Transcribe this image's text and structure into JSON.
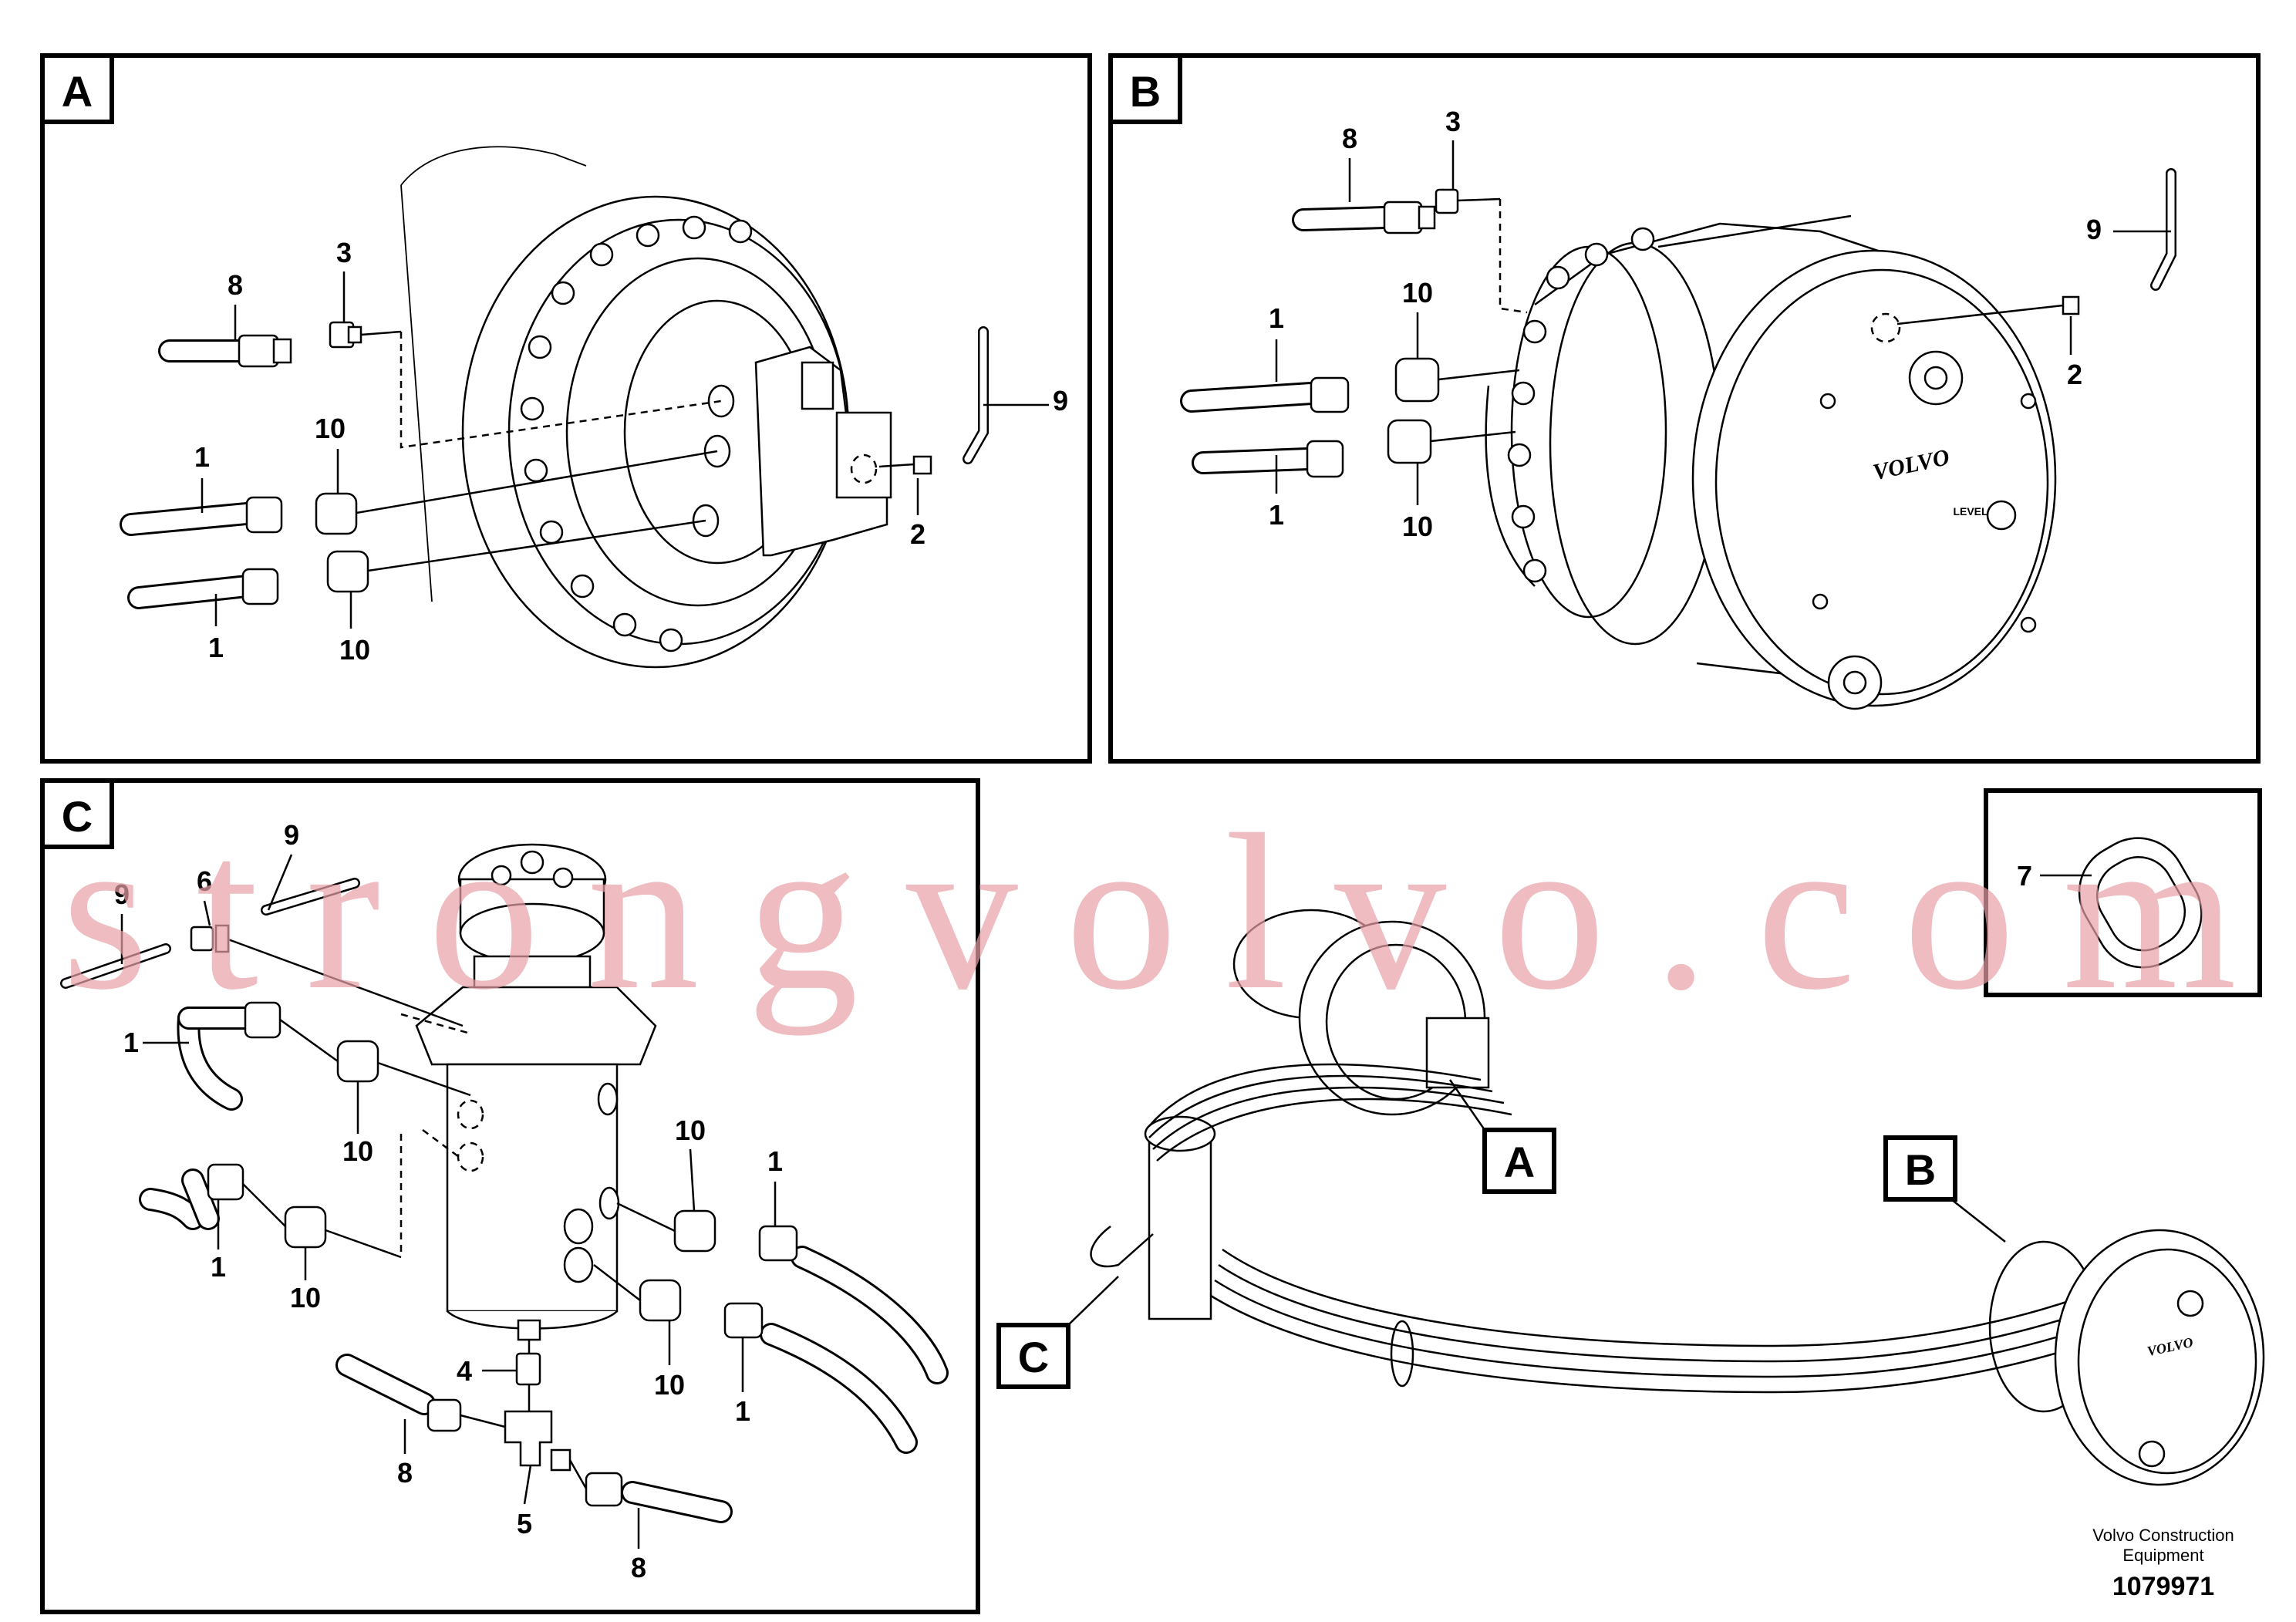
{
  "panels": {
    "a": {
      "tag": "A"
    },
    "b": {
      "tag": "B"
    },
    "c": {
      "tag": "C"
    },
    "overview": {
      "tag_a": "A",
      "tag_b": "B",
      "tag_c": "C"
    }
  },
  "callouts": {
    "a": [
      "8",
      "3",
      "9",
      "1",
      "10",
      "2",
      "1",
      "10"
    ],
    "b": [
      "8",
      "3",
      "9",
      "1",
      "10",
      "2",
      "1",
      "10"
    ],
    "c": [
      "6",
      "9",
      "9",
      "1",
      "10",
      "10",
      "1",
      "1",
      "10",
      "4",
      "10",
      "1",
      "8",
      "5",
      "8"
    ],
    "inset": [
      "7"
    ]
  },
  "brand_marks": {
    "motor_b": "VOLVO",
    "motor_b_level": "LEVEL",
    "motor_overview": "VOLVO"
  },
  "footer": {
    "company_line1": "Volvo Construction",
    "company_line2": "Equipment",
    "drawing_number": "1079971"
  },
  "watermark": "strongvolvo.com",
  "colors": {
    "line": "#000000",
    "watermark": "#e8a0a8",
    "background": "#ffffff"
  }
}
